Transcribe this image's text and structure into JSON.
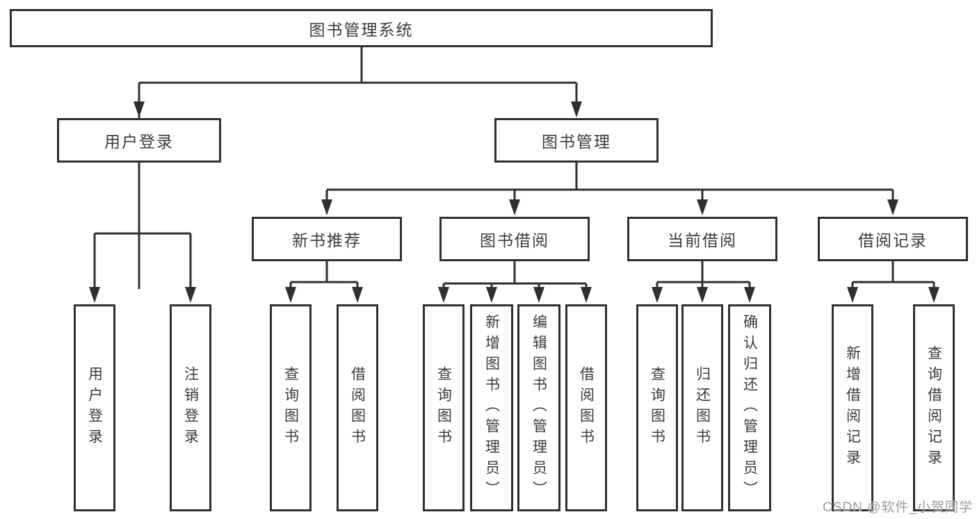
{
  "tree": {
    "label": "图书管理系统",
    "children": [
      {
        "label": "用户登录",
        "children": [
          {
            "label": "用户登录"
          },
          {
            "label": "注销登录"
          }
        ]
      },
      {
        "label": "图书管理",
        "children": [
          {
            "label": "新书推荐",
            "children": [
              {
                "label": "查询图书"
              },
              {
                "label": "借阅图书"
              }
            ]
          },
          {
            "label": "图书借阅",
            "children": [
              {
                "label": "查询图书"
              },
              {
                "label": "新增图书（管理员）"
              },
              {
                "label": "编辑图书（管理员）"
              },
              {
                "label": "借阅图书"
              }
            ]
          },
          {
            "label": "当前借阅",
            "children": [
              {
                "label": "查询图书"
              },
              {
                "label": "归还图书"
              },
              {
                "label": "确认归还（管理员）"
              }
            ]
          },
          {
            "label": "借阅记录",
            "children": [
              {
                "label": "新增借阅记录"
              },
              {
                "label": "查询借阅记录"
              }
            ]
          }
        ]
      }
    ]
  },
  "watermark": {
    "text": "CSDN @软件_小贺同学"
  },
  "colors": {
    "line": "#2f2f2f",
    "text": "#3a3a3a",
    "background": "#ffffff",
    "watermark": "#9b9b9b"
  }
}
